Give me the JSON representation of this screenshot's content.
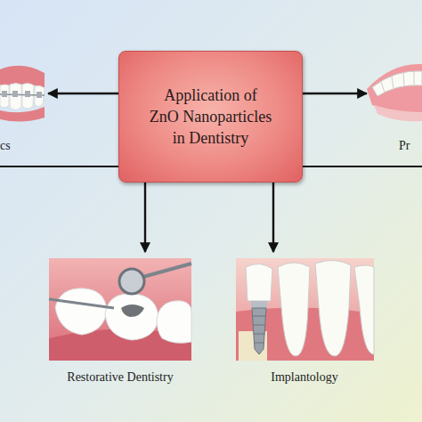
{
  "diagram": {
    "nodes": [
      {
        "text": [
          "Application of ZnO Nanoparticles in Dentistry"
        ]
      },
      {
        "text": [
          "cs"
        ]
      },
      {
        "text": [
          "Pr"
        ]
      },
      {
        "text": [
          "Restorative Dentistry"
        ]
      },
      {
        "text": [
          "Implantology"
        ]
      }
    ],
    "edges": [
      {
        "from": 0,
        "to": 1,
        "arrow": "to"
      },
      {
        "from": 0,
        "to": 2,
        "arrow": "to"
      },
      {
        "from": 0,
        "to": 3,
        "arrow": "to"
      },
      {
        "from": 0,
        "to": 4,
        "arrow": "to"
      }
    ]
  }
}
